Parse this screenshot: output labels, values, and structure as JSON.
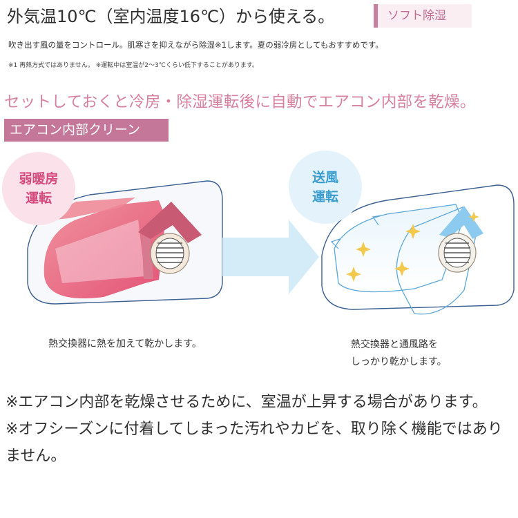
{
  "header": {
    "headline": "外気温10℃（室内温度16℃）から使える。",
    "soft_tag": "ソフト除湿",
    "description": "吹き出す風の量をコントロール。肌寒さを抑えながら除湿※1します。夏の弱冷房としてもおすすめです。",
    "note": "※1 再熱方式ではありません。 ※運転中は室温が2～3℃くらい低下することがあります。"
  },
  "clean": {
    "headline": "セットしておくと冷房・除湿運転後に自動でエアコン内部を乾燥。",
    "tag": "エアコン内部クリーン"
  },
  "steps": [
    {
      "badge_line1": "弱暖房",
      "badge_line2": "運転",
      "caption": "熱交換器に熱を加えて乾かします。"
    },
    {
      "badge_line1": "送風",
      "badge_line2": "運転",
      "caption_line1": "熱交換器と通風路を",
      "caption_line2": "しっかり乾かします。"
    }
  ],
  "footnotes": [
    "※エアコン内部を乾燥させるために、室温が上昇する場合があります。",
    "※オフシーズンに付着してしまった汚れやカビを、取り除く機能ではありません。"
  ],
  "colors": {
    "pink_accent": "#c5779a",
    "pink_text": "#d6819f",
    "warm_red": "#e8506f",
    "blue_accent": "#3a9dd0",
    "arrow_blue": "#d4ebf8"
  }
}
